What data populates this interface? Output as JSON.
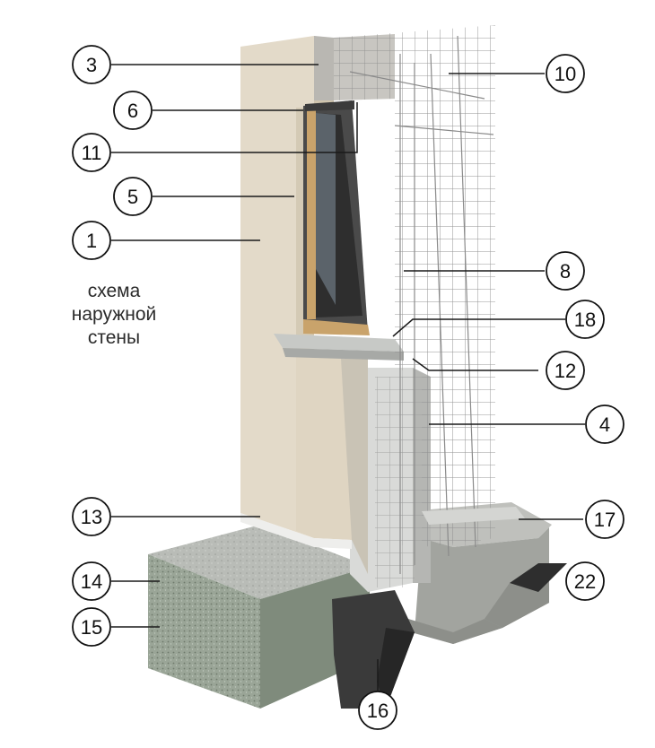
{
  "caption": [
    "схема",
    "наружной",
    "стены"
  ],
  "callouts": [
    "3",
    "10",
    "6",
    "11",
    "5",
    "1",
    "8",
    "18",
    "12",
    "4",
    "13",
    "17",
    "14",
    "22",
    "15",
    "16"
  ],
  "colors": {
    "plaster": "#e3dac9",
    "concrete": "#a7a9a6",
    "foundation": "#8f918c",
    "waterproofing": "#3a3a3a",
    "mesh": "#9a9a9a",
    "window_frame": "#c9a36b",
    "ground": "#8c9a88"
  }
}
